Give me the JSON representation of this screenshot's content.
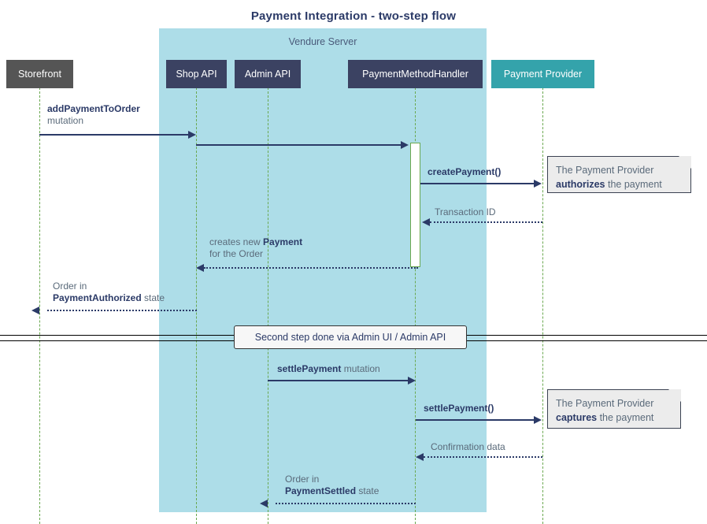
{
  "diagram": {
    "title": "Payment Integration - two-step flow",
    "group": {
      "label": "Vendure Server",
      "color": "#addde8"
    }
  },
  "actors": [
    {
      "id": "storefront",
      "label": "Storefront",
      "color": "#555555"
    },
    {
      "id": "shop-api",
      "label": "Shop API",
      "color": "#3b4262"
    },
    {
      "id": "admin-api",
      "label": "Admin API",
      "color": "#3b4262"
    },
    {
      "id": "payment-method-handler",
      "label": "PaymentMethodHandler",
      "color": "#3b4262"
    },
    {
      "id": "payment-provider",
      "label": "Payment Provider",
      "color": "#34a3ab"
    }
  ],
  "messages": [
    {
      "id": "m1",
      "label_bold": "addPaymentToOrder",
      "label_rest": "mutation",
      "from": "storefront",
      "to": "shop-api",
      "style": "solid"
    },
    {
      "id": "m2",
      "label_bold": "",
      "label_rest": "",
      "from": "shop-api",
      "to": "payment-method-handler",
      "style": "solid"
    },
    {
      "id": "m3",
      "label_bold": "createPayment()",
      "label_rest": "",
      "from": "payment-method-handler",
      "to": "payment-provider",
      "style": "solid"
    },
    {
      "id": "m4",
      "label_bold": "",
      "label_rest": "Transaction ID",
      "from": "payment-provider",
      "to": "payment-method-handler",
      "style": "dotted"
    },
    {
      "id": "m5",
      "label_line1_pre": "creates new ",
      "label_line1_bold": "Payment",
      "label_line2": "for the Order",
      "from": "payment-method-handler",
      "to": "shop-api",
      "style": "dotted"
    },
    {
      "id": "m6",
      "label_line1": "Order in",
      "label_line2_bold": "PaymentAuthorized",
      "label_line2_rest": " state",
      "from": "shop-api",
      "to": "storefront",
      "style": "dotted"
    },
    {
      "id": "m7",
      "label_bold": "settlePayment",
      "label_rest": " mutation",
      "from": "admin-api",
      "to": "payment-method-handler",
      "style": "solid"
    },
    {
      "id": "m8",
      "label_bold": "settlePayment()",
      "label_rest": "",
      "from": "payment-method-handler",
      "to": "payment-provider",
      "style": "solid"
    },
    {
      "id": "m9",
      "label_bold": "",
      "label_rest": "Confirmation data",
      "from": "payment-provider",
      "to": "payment-method-handler",
      "style": "dotted"
    },
    {
      "id": "m10",
      "label_line1": "Order in",
      "label_line2_bold": "PaymentSettled",
      "label_line2_rest": " state",
      "from": "payment-method-handler",
      "to": "admin-api",
      "style": "dotted"
    }
  ],
  "notes": [
    {
      "id": "note-authorize",
      "line1": "The Payment Provider",
      "bold": "authorizes",
      "rest": " the payment"
    },
    {
      "id": "note-capture",
      "line1": "The Payment Provider",
      "bold": "captures",
      "rest": " the payment"
    }
  ],
  "divider": {
    "label": "Second step done via Admin UI / Admin API"
  }
}
